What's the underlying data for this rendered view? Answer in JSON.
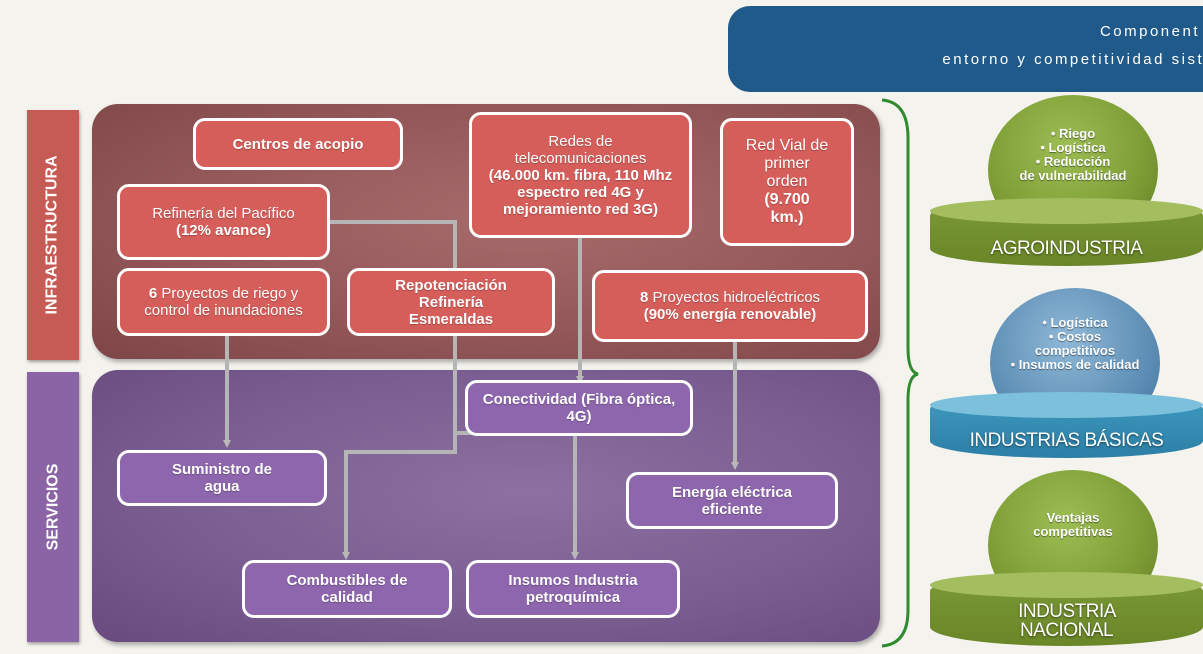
{
  "banner": {
    "line1": "Component",
    "line2": "entorno y competitividad sistém"
  },
  "sections": {
    "infra": "INFRAESTRUCTURA",
    "serv": "SERVICIOS"
  },
  "infra_boxes": {
    "acopio": "Centros de acopio",
    "refineria_pacifico": {
      "line1": "Refinería del Pacífico",
      "line2": "(12% avance)"
    },
    "telecom": {
      "line1": "Redes de telecomunicaciones",
      "line2": "(46.000 km. fibra, 110 Mhz espectro red 4G y mejoramiento red 3G)"
    },
    "red_vial": {
      "line1": "Red Vial de primer orden",
      "line2": "(9.700 km.)"
    },
    "riego": {
      "num": "6",
      "text": "Proyectos de riego y control de inundaciones"
    },
    "esmeraldas": "Repotenciación Refinería Esmeraldas",
    "hidro": {
      "num": "8",
      "text": "Proyectos hidroeléctricos",
      "line2": "(90% energía renovable)"
    }
  },
  "serv_boxes": {
    "conectividad": "Conectividad (Fibra óptica, 4G)",
    "agua": "Suministro de agua",
    "energia": "Energía eléctrica eficiente",
    "combustibles": "Combustibles de calidad",
    "insumos": "Insumos Industria petroquímica"
  },
  "sectors": [
    {
      "name": "AGROINDUSTRIA",
      "bullets": [
        "• Riego",
        "• Logística",
        "• Reducción",
        "de vulnerabilidad"
      ]
    },
    {
      "name": "INDUSTRIAS BÁSICAS",
      "bullets": [
        "• Logística",
        "• Costos",
        "competitivos",
        "• Insumos de calidad"
      ]
    },
    {
      "name": "INDUSTRIA NACIONAL",
      "bullets": [
        "Ventajas",
        "competitivas"
      ]
    }
  ],
  "colors": {
    "banner": "#1f5a8a",
    "infra": "#d55e5a",
    "serv": "#8e66ad",
    "brace": "#2e8b2e"
  }
}
